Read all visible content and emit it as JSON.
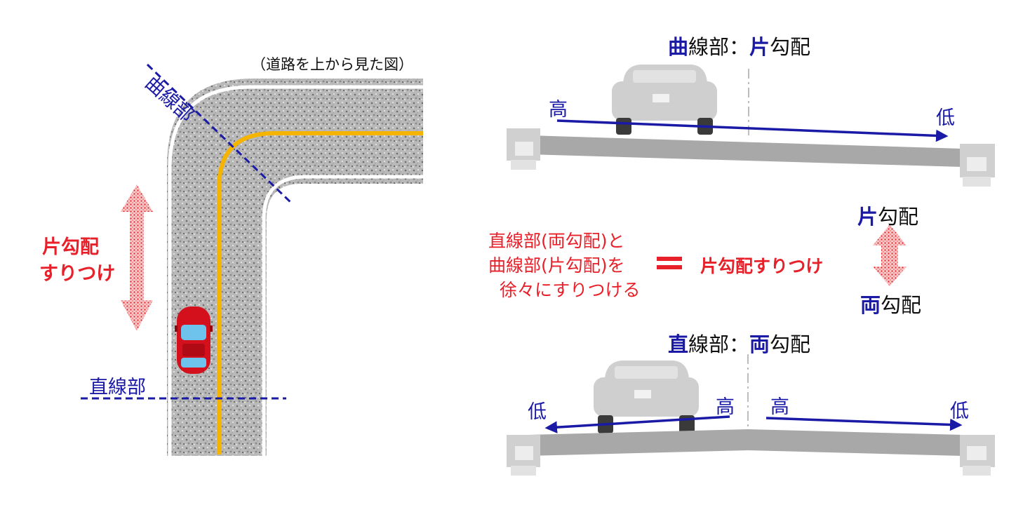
{
  "left": {
    "caption": "（道路を上から見た図）",
    "curve_label": "曲線部",
    "straight_label": "直線部",
    "transition_line1": "片勾配",
    "transition_line2": "すりつけ"
  },
  "right": {
    "top_title": {
      "bold": "曲",
      "normal1": "線部：",
      "bold2": "片",
      "normal2": "勾配"
    },
    "top_high": "高",
    "top_low": "低",
    "mid_top": {
      "bold": "片",
      "normal": "勾配"
    },
    "mid_bottom": {
      "bold": "両",
      "normal": "勾配"
    },
    "explain_line1": "直線部(両勾配)と",
    "explain_line2": "曲線部(片勾配)を",
    "explain_line3": "徐々にすりつける",
    "equals_label": "片勾配すりつけ",
    "bottom_title": {
      "bold": "直",
      "normal1": "線部：",
      "bold2": "両",
      "normal2": "勾配"
    },
    "bottom_low_left": "低",
    "bottom_high_left": "高",
    "bottom_high_right": "高",
    "bottom_low_right": "低"
  },
  "colors": {
    "navy": "#1a1aa6",
    "red": "#e8202a",
    "lane_yellow": "#f5b400",
    "road_gray": "#a8a8a8",
    "car_gray": "#c9c9c9"
  }
}
